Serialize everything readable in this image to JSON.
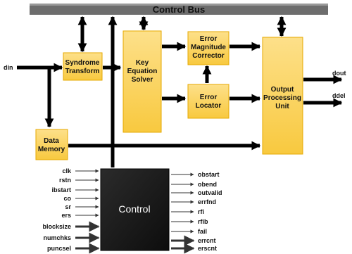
{
  "title": "Control Bus",
  "blocks": {
    "syndrome": [
      "Syndrome",
      "Transform"
    ],
    "key_equation": [
      "Key",
      "Equation",
      "Solver"
    ],
    "error_magnitude": [
      "Error",
      "Magnitude",
      "Corrector"
    ],
    "error_locator": [
      "Error",
      "Locator"
    ],
    "output_processing": [
      "Output",
      "Processing",
      "Unit"
    ],
    "data_memory": [
      "Data",
      "Memory"
    ],
    "control": "Control"
  },
  "external_signals": {
    "din": "din",
    "dout": "dout",
    "ddel": "ddel"
  },
  "control_inputs": [
    "clk",
    "rstn",
    "ibstart",
    "co",
    "sr",
    "ers",
    "blocksize",
    "numchks",
    "puncsel"
  ],
  "control_outputs": [
    "obstart",
    "obend",
    "outvalid",
    "errfnd",
    "rfi",
    "rfib",
    "fail",
    "errcnt",
    "erscnt"
  ],
  "colors": {
    "block_fill": "#fbd35a",
    "block_border": "#e6a800",
    "bus_fill": "#6d6d6d",
    "control_fill": "#1c1c1c",
    "arrow": "#000000"
  }
}
